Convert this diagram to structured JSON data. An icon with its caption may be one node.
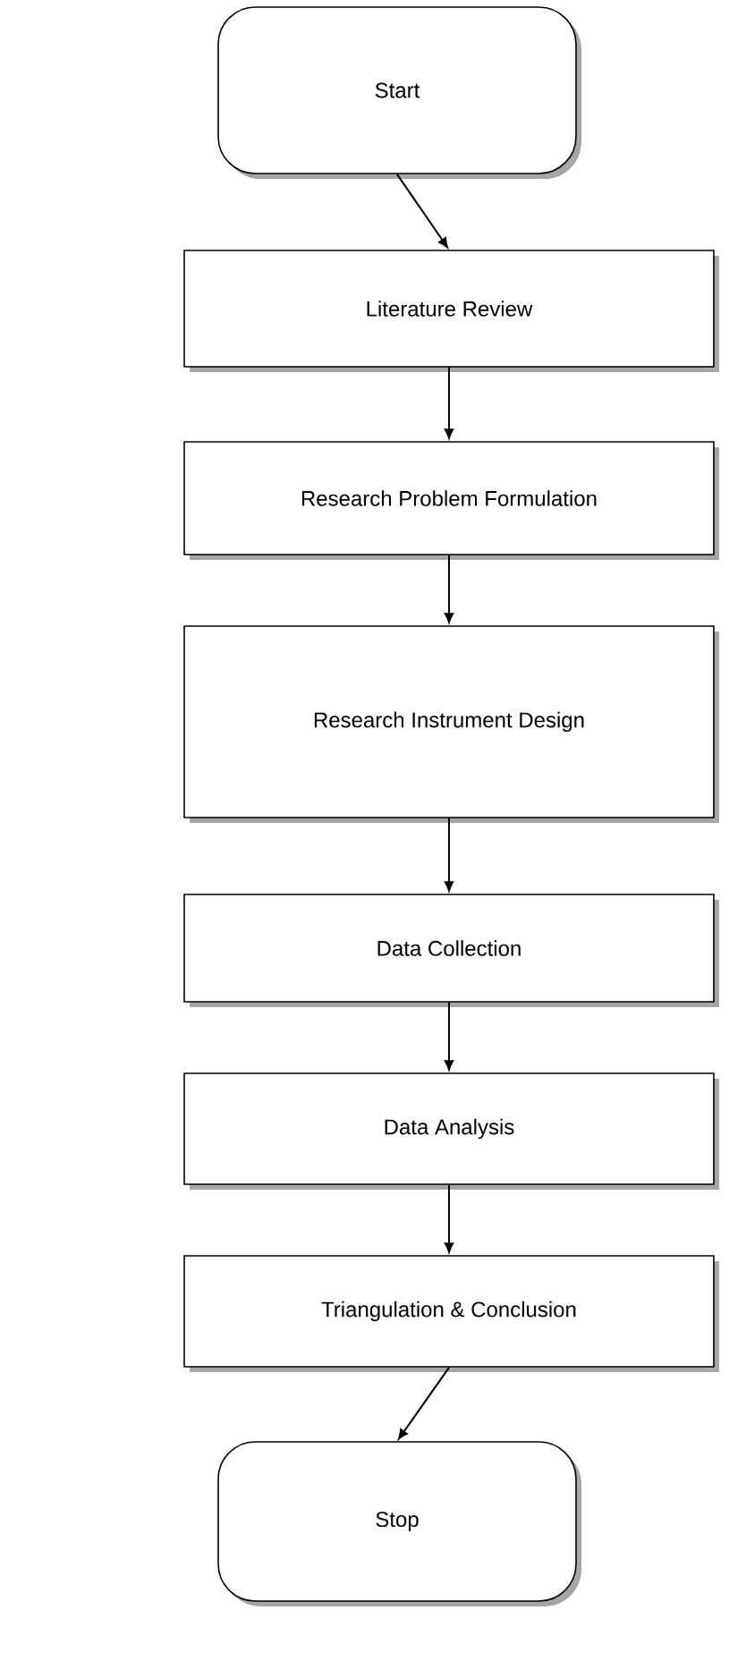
{
  "diagram": {
    "nodes": [
      {
        "text": [
          "Start"
        ]
      },
      {
        "text": [
          "Literature Review"
        ]
      },
      {
        "text": [
          "Research Problem Formulation"
        ]
      },
      {
        "text": [
          "Research Instrument Design"
        ]
      },
      {
        "text": [
          "Data Collection"
        ]
      },
      {
        "text": [
          "Data Analysis"
        ]
      },
      {
        "text": [
          "Triangulation & Conclusion"
        ]
      },
      {
        "text": [
          "Stop"
        ]
      }
    ],
    "edges": [
      {
        "from": 0,
        "to": 1,
        "arrow": "to"
      },
      {
        "from": 1,
        "to": 2,
        "arrow": "to"
      },
      {
        "from": 2,
        "to": 3,
        "arrow": "to"
      },
      {
        "from": 3,
        "to": 4,
        "arrow": "to"
      },
      {
        "from": 4,
        "to": 5,
        "arrow": "to"
      },
      {
        "from": 5,
        "to": 6,
        "arrow": "to"
      },
      {
        "from": 6,
        "to": 7,
        "arrow": "to"
      }
    ]
  }
}
